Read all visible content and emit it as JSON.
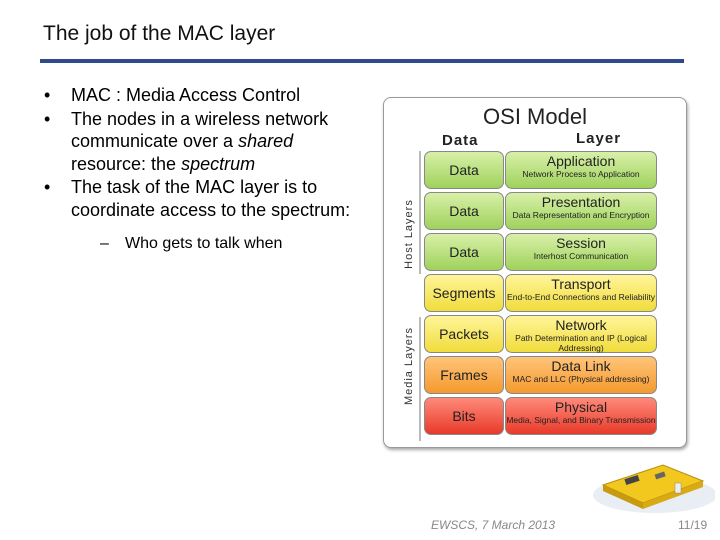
{
  "slide": {
    "title": "The job of the MAC layer",
    "bullets": [
      {
        "marker": "•",
        "text": "MAC : Media Access Control"
      },
      {
        "marker": "•",
        "parts": [
          "The nodes in a wireless network communicate over a ",
          "shared",
          " resource: the ",
          "spectrum"
        ]
      },
      {
        "marker": "•",
        "text": "The task of the MAC layer is to coordinate access to the spectrum:"
      }
    ],
    "sub_bullet": {
      "marker": "–",
      "text": "Who gets to talk when"
    }
  },
  "osi": {
    "title": "OSI Model",
    "head_data": "Data",
    "head_layer": "Layer",
    "side_host": "Host Layers",
    "side_media": "Media Layers",
    "rows": [
      {
        "data": "Data",
        "layer": "Application",
        "desc": "Network Process to Application",
        "color": "#b6e07a"
      },
      {
        "data": "Data",
        "layer": "Presentation",
        "desc": "Data Representation and Encryption",
        "color": "#b6e07a"
      },
      {
        "data": "Data",
        "layer": "Session",
        "desc": "Interhost Communication",
        "color": "#b6e07a"
      },
      {
        "data": "Segments",
        "layer": "Transport",
        "desc": "End-to-End Connections and Reliability",
        "color": "#f3e04a"
      },
      {
        "data": "Packets",
        "layer": "Network",
        "desc": "Path Determination and IP (Logical Addressing)",
        "color": "#f3e04a"
      },
      {
        "data": "Frames",
        "layer": "Data Link",
        "desc": "MAC and LLC (Physical addressing)",
        "color": "#f49a2e"
      },
      {
        "data": "Bits",
        "layer": "Physical",
        "desc": "Media, Signal, and Binary Transmission",
        "color": "#e83a2a"
      }
    ]
  },
  "footer": {
    "date": "EWSCS, 7 March 2013",
    "page": "11/19"
  }
}
